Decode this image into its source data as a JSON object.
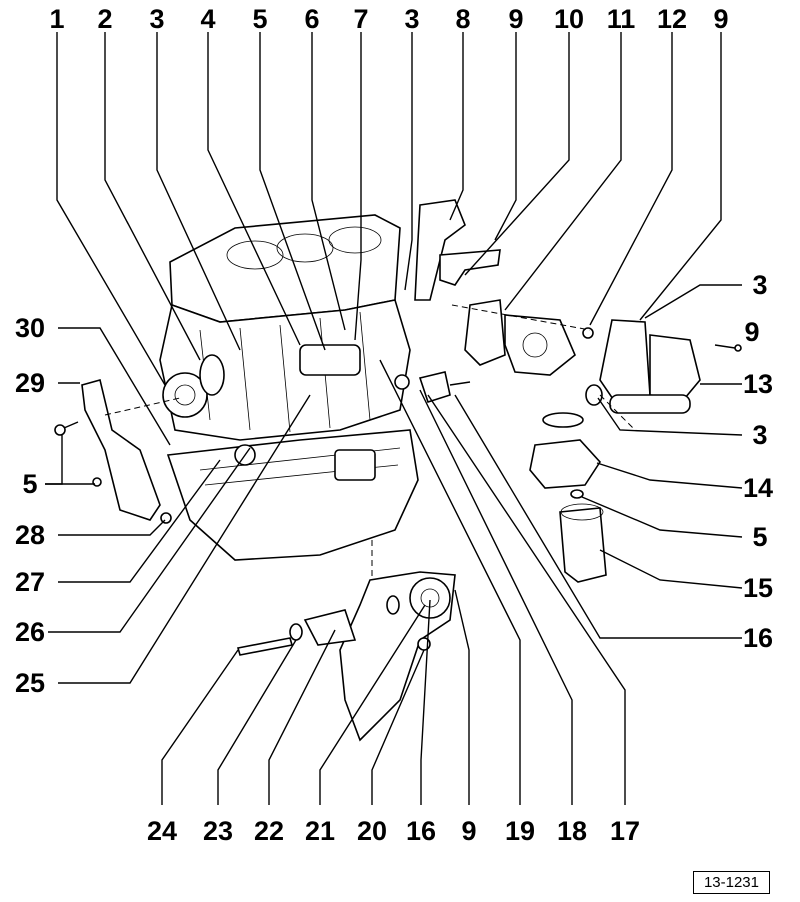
{
  "callouts": {
    "top": [
      "1",
      "2",
      "3",
      "4",
      "5",
      "6",
      "7",
      "3",
      "8",
      "9",
      "10",
      "11",
      "12",
      "9"
    ],
    "right": [
      "3",
      "9",
      "13",
      "3",
      "14",
      "5",
      "15",
      "16"
    ],
    "left": [
      "30",
      "29",
      "5",
      "28",
      "27",
      "26",
      "25"
    ],
    "bottom": [
      "24",
      "23",
      "22",
      "21",
      "20",
      "16",
      "9",
      "19",
      "18",
      "17"
    ]
  },
  "reference": "13-1231"
}
